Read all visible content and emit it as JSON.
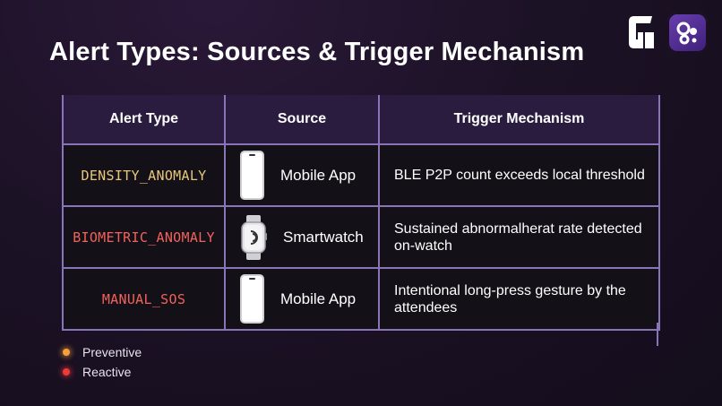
{
  "slide": {
    "title": "Alert Types: Sources & Trigger Mechanism"
  },
  "brand": {
    "logo_icon": "g-logo-icon",
    "app_icon": "app-badge-icon",
    "accent_color": "#8a74b8"
  },
  "table": {
    "headers": {
      "alert_type": "Alert Type",
      "source": "Source",
      "trigger": "Trigger Mechanism"
    },
    "rows": [
      {
        "alert_type": "DENSITY_ANOMALY",
        "type_color": "#e8c77a",
        "source_icon": "phone-icon",
        "source": "Mobile App",
        "trigger": "BLE P2P count exceeds local threshold"
      },
      {
        "alert_type": "BIOMETRIC_ANOMALY",
        "type_color": "#f0625a",
        "source_icon": "smartwatch-icon",
        "source": "Smartwatch",
        "trigger": "Sustained abnormalherat rate detected on-watch"
      },
      {
        "alert_type": "MANUAL_SOS",
        "type_color": "#f0625a",
        "source_icon": "phone-icon",
        "source": "Mobile App",
        "trigger": "Intentional long-press gesture by the attendees"
      }
    ]
  },
  "legend": [
    {
      "label": "Preventive",
      "color": "#f5a03a"
    },
    {
      "label": "Reactive",
      "color": "#f03a3a"
    }
  ]
}
